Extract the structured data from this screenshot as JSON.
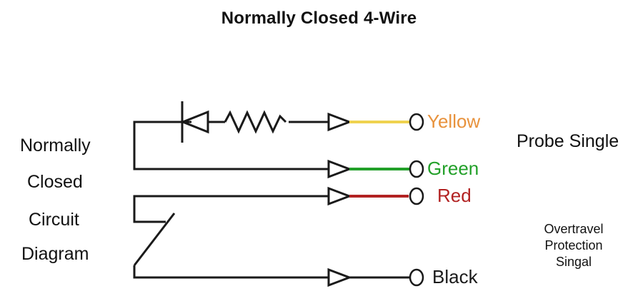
{
  "title": "Normally Closed 4-Wire",
  "colors": {
    "yellow_wire": "#EFD24F",
    "yellow_text": "#E8923C",
    "green": "#22A029",
    "red": "#B22222",
    "black": "#1A1A1A",
    "background": "#FFFFFF"
  },
  "left_labels": [
    {
      "text": "Normally"
    },
    {
      "text": "Closed"
    },
    {
      "text": "Circuit"
    },
    {
      "text": "Diagram"
    }
  ],
  "wires": [
    {
      "name": "yellow",
      "label": "Yellow",
      "wire_color": "#EFD24F",
      "label_color": "#E8923C"
    },
    {
      "name": "green",
      "label": "Green",
      "wire_color": "#22A029",
      "label_color": "#22A029"
    },
    {
      "name": "red",
      "label": "Red",
      "wire_color": "#B22222",
      "label_color": "#B22222"
    },
    {
      "name": "black",
      "label": "Black",
      "wire_color": "#1A1A1A",
      "label_color": "#1A1A1A"
    }
  ],
  "right_labels": {
    "probe": "Probe Single",
    "overtravel": [
      "Overtravel",
      "Protection",
      "Singal"
    ]
  },
  "components": [
    {
      "type": "diode",
      "on_wire": "yellow"
    },
    {
      "type": "resistor",
      "on_wire": "yellow"
    },
    {
      "type": "switch",
      "between": [
        "red",
        "black"
      ],
      "state": "open"
    }
  ]
}
